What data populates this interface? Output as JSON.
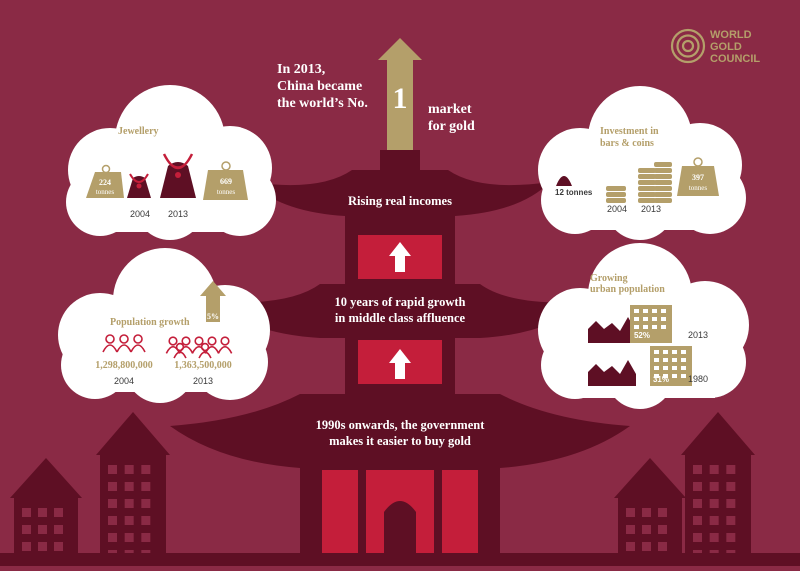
{
  "colors": {
    "background": "#8a2a45",
    "dark": "#5e0f24",
    "red": "#c41e3a",
    "gold": "#b49f6a",
    "cloud": "#ffffff",
    "text_dark": "#3a3a3a"
  },
  "logo": {
    "line1": "WORLD",
    "line2": "GOLD",
    "line3": "COUNCIL"
  },
  "headline": {
    "line1": "In 2013,",
    "line2": "China became",
    "line3": "the world’s No.",
    "number": "1",
    "line4": "market",
    "line5": "for gold"
  },
  "tiers": {
    "top": "Rising real incomes",
    "middle_line1": "10 years of rapid growth",
    "middle_line2": "in middle class affluence",
    "bottom_line1": "1990s onwards, the government",
    "bottom_line2": "makes it easier to buy gold"
  },
  "jewellery": {
    "title": "Jewellery",
    "weight_2004": "224",
    "weight_2013": "669",
    "unit": "tonnes",
    "year_2004": "2004",
    "year_2013": "2013"
  },
  "investment": {
    "title_line1": "Investment in",
    "title_line2": "bars & coins",
    "value_2004": "12 tonnes",
    "weight_2013": "397",
    "unit": "tonnes",
    "year_2004": "2004",
    "year_2013": "2013"
  },
  "population": {
    "title": "Population growth",
    "growth": "5%",
    "value_2004": "1,298,800,000",
    "value_2013": "1,363,500,000",
    "year_2004": "2004",
    "year_2013": "2013"
  },
  "urban": {
    "title_line1": "Growing",
    "title_line2": "urban population",
    "pct_2013": "52%",
    "pct_1980": "31%",
    "year_2013": "2013",
    "year_1980": "1980"
  }
}
